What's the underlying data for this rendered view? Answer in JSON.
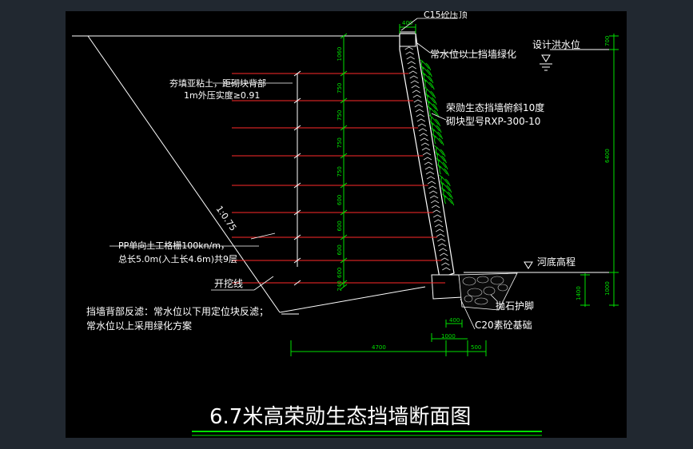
{
  "title": "6.7米高荣勋生态挡墙断面图",
  "labels": {
    "cap": "C15砼压顶",
    "greening": "常水位以上挡墙绿化",
    "flood_level": "设计洪水位",
    "backfill_line1": "夯填亚粘土，距砌块背部",
    "backfill_line2": "1m外压实度≥0.91",
    "wall_line1": "荣勋生态挡墙俯斜10度",
    "wall_line2": "砌块型号RXP-300-10",
    "slope": "1:0.75",
    "geogrid_line1": "PP单向土工格栅100kn/m，",
    "geogrid_line2": "总长5.0m(入土长4.6m)共9层",
    "excavation": "开挖线",
    "riverbed": "河底高程",
    "filter_line1": "挡墙背部反滤：常水位以下用定位块反滤；",
    "filter_line2": "常水位以上采用绿化方案",
    "toe": "抛石护脚",
    "foundation": "C20素砼基础"
  },
  "dims": {
    "cap_width": "400",
    "layer_spacings": [
      "1060",
      "750",
      "750",
      "750",
      "750",
      "600",
      "600",
      "600",
      "600",
      "240"
    ],
    "right_top": "700",
    "right_height": "6400",
    "right_bottom": "1000",
    "toe_height": "1400",
    "found_width": "400",
    "found_base": "1000",
    "toe_width": "500",
    "total_width": "4700"
  },
  "colors": {
    "background": "#000000",
    "outline": "#ffffff",
    "geogrid": "#ff2a2a",
    "dimension": "#00e000",
    "vegetation": "#00cc00",
    "frame": "#212830"
  }
}
